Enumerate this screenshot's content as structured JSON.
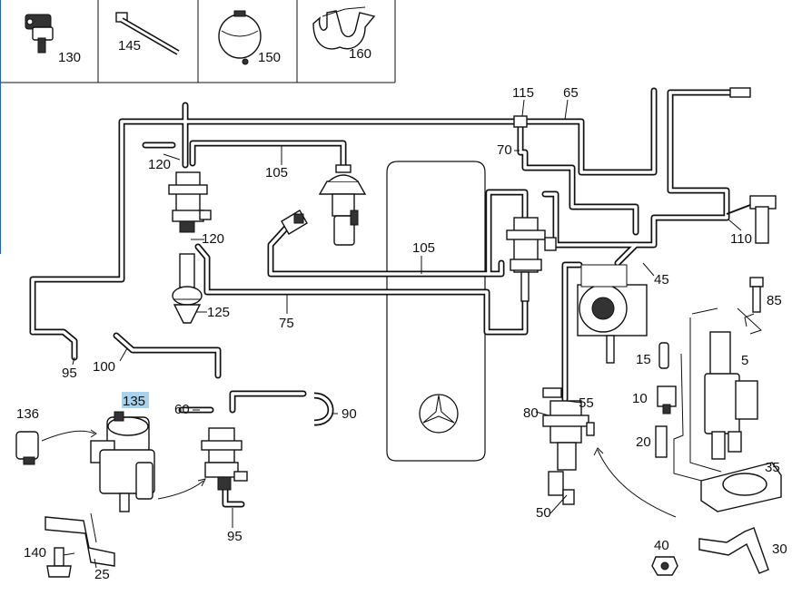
{
  "header_parts": [
    {
      "label": "130",
      "icon": "sensor-icon"
    },
    {
      "label": "145",
      "icon": "cable-tie-icon"
    },
    {
      "label": "150",
      "icon": "reservoir-icon"
    },
    {
      "label": "160",
      "icon": "clip-icon"
    }
  ],
  "labels": {
    "p115": "115",
    "p65": "65",
    "p70": "70",
    "p120a": "120",
    "p105a": "105",
    "p120b": "120",
    "p125": "125",
    "p75": "75",
    "p105b": "105",
    "p45": "45",
    "p110": "110",
    "p85": "85",
    "p95a": "95",
    "p100": "100",
    "p135": "135",
    "p60": "60",
    "p90": "90",
    "p136": "136",
    "p95b": "95",
    "p140": "140",
    "p25": "25",
    "p5": "5",
    "p15": "15",
    "p10": "10",
    "p20": "20",
    "p80": "80",
    "p55": "55",
    "p50": "50",
    "p35": "35",
    "p40": "40",
    "p30": "30"
  },
  "colors": {
    "line": "#111111",
    "highlight": "#a9d2ec",
    "background": "#ffffff"
  }
}
